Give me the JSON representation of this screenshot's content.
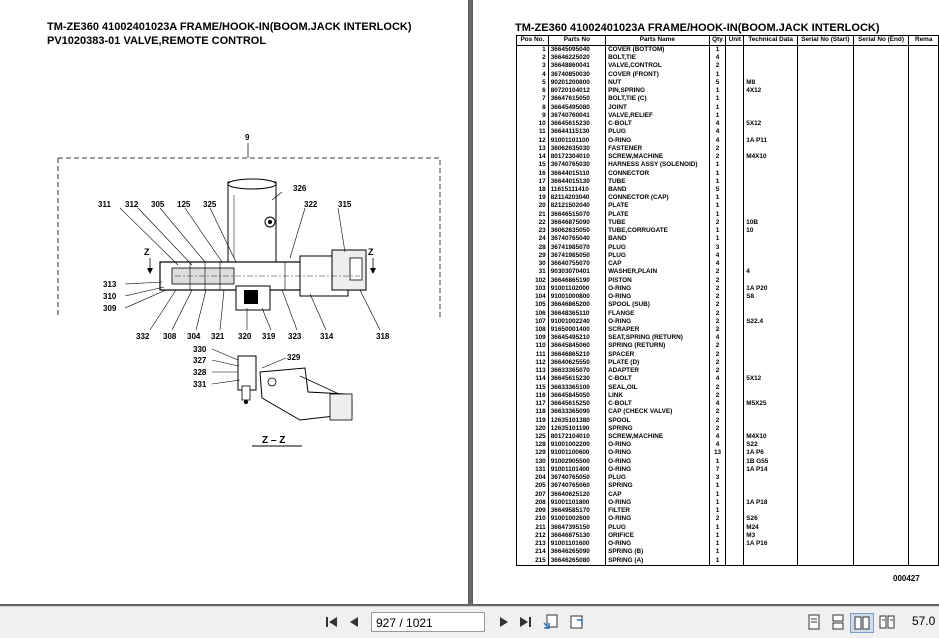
{
  "left_page": {
    "title_line1": "TM-ZE360 41002401023A FRAME/HOOK-IN(BOOM.JACK INTERLOCK)",
    "title_line2": "PV1020383-01 VALVE,REMOTE CONTROL",
    "callouts": [
      "9",
      "326",
      "311",
      "312",
      "305",
      "125",
      "325",
      "322",
      "315",
      "Z",
      "Z",
      "313",
      "310",
      "309",
      "332",
      "308",
      "304",
      "321",
      "320",
      "319",
      "323",
      "314",
      "318",
      "330",
      "327",
      "328",
      "331",
      "329"
    ],
    "section_label": "Z – Z"
  },
  "right_page": {
    "title": "TM-ZE360 41002401023A FRAME/HOOK-IN(BOOM.JACK INTERLOCK)",
    "columns": [
      "Pos No.",
      "Parts No",
      "Parts Name",
      "Qty",
      "Unit",
      "Technical Data",
      "Serial No (Start)",
      "Serial No (End)",
      "Rema"
    ],
    "rows": [
      [
        "1",
        "36645095040",
        "COVER (BOTTOM)",
        "1",
        ""
      ],
      [
        "2",
        "36646225020",
        "BOLT,TIE",
        "4",
        ""
      ],
      [
        "3",
        "36648860041",
        "VALVE,CONTROL",
        "2",
        ""
      ],
      [
        "4",
        "36740850030",
        "COVER (FRONT)",
        "1",
        ""
      ],
      [
        "5",
        "90201200800",
        "NUT",
        "5",
        "M8"
      ],
      [
        "6",
        "80720104012",
        "PIN,SPRING",
        "1",
        "4X12"
      ],
      [
        "7",
        "36647615050",
        "BOLT,TIE (C)",
        "1",
        ""
      ],
      [
        "8",
        "36645495080",
        "JOINT",
        "1",
        ""
      ],
      [
        "9",
        "36740760041",
        "VALVE,RELIEF",
        "1",
        ""
      ],
      [
        "10",
        "36645615230",
        "C-BOLT",
        "4",
        "5X12"
      ],
      [
        "11",
        "36644115130",
        "PLUG",
        "4",
        ""
      ],
      [
        "12",
        "91001101100",
        "O-RING",
        "4",
        "1A P11"
      ],
      [
        "13",
        "36062635030",
        "FASTENER",
        "2",
        ""
      ],
      [
        "14",
        "80172304010",
        "SCREW,MACHINE",
        "2",
        "M4X10"
      ],
      [
        "15",
        "36740765030",
        "HARNESS ASSY (SOLENOID)",
        "1",
        ""
      ],
      [
        "16",
        "36644015110",
        "CONNECTOR",
        "1",
        ""
      ],
      [
        "17",
        "36644015130",
        "TUBE",
        "1",
        ""
      ],
      [
        "18",
        "11615111410",
        "BAND",
        "5",
        ""
      ],
      [
        "19",
        "82114203040",
        "CONNECTOR (CAP)",
        "1",
        ""
      ],
      [
        "20",
        "82121502040",
        "PLATE",
        "1",
        ""
      ],
      [
        "21",
        "36646515070",
        "PLATE",
        "1",
        ""
      ],
      [
        "22",
        "36646875090",
        "TUBE",
        "2",
        "10B"
      ],
      [
        "23",
        "36062635050",
        "TUBE,CORRUGATE",
        "1",
        "10"
      ],
      [
        "24",
        "36740765040",
        "BAND",
        "1",
        ""
      ],
      [
        "28",
        "36741985070",
        "PLUG",
        "3",
        ""
      ],
      [
        "29",
        "36741985050",
        "PLUG",
        "4",
        ""
      ],
      [
        "30",
        "36640755070",
        "CAP",
        "4",
        ""
      ],
      [
        "31",
        "90303070401",
        "WASHER,PLAIN",
        "2",
        "4"
      ],
      [
        "102",
        "36646865190",
        "PISTON",
        "2",
        ""
      ],
      [
        "103",
        "91001102000",
        "O-RING",
        "2",
        "1A P20"
      ],
      [
        "104",
        "91001000800",
        "O-RING",
        "2",
        "S8"
      ],
      [
        "105",
        "36646865200",
        "SPOOL (SUB)",
        "2",
        ""
      ],
      [
        "106",
        "36648365110",
        "FLANGE",
        "2",
        ""
      ],
      [
        "107",
        "91001002240",
        "O-RING",
        "2",
        "S22.4"
      ],
      [
        "108",
        "91650001400",
        "SCRAPER",
        "2",
        ""
      ],
      [
        "109",
        "36645495210",
        "SEAT,SPRING (RETURN)",
        "4",
        ""
      ],
      [
        "110",
        "36645845060",
        "SPRING (RETURN)",
        "2",
        ""
      ],
      [
        "111",
        "36646865210",
        "SPACER",
        "2",
        ""
      ],
      [
        "112",
        "36640625550",
        "PLATE (D)",
        "2",
        ""
      ],
      [
        "113",
        "36633365070",
        "ADAPTER",
        "2",
        ""
      ],
      [
        "114",
        "36645615230",
        "C-BOLT",
        "4",
        "5X12"
      ],
      [
        "115",
        "36633365100",
        "SEAL,OIL",
        "2",
        ""
      ],
      [
        "116",
        "36645845050",
        "LINK",
        "2",
        ""
      ],
      [
        "117",
        "36645615250",
        "C-BOLT",
        "4",
        "M5X25"
      ],
      [
        "118",
        "36633365090",
        "CAP (CHECK VALVE)",
        "2",
        ""
      ],
      [
        "119",
        "12635101380",
        "SPOOL",
        "2",
        ""
      ],
      [
        "120",
        "12635101190",
        "SPRING",
        "2",
        ""
      ],
      [
        "125",
        "80172104010",
        "SCREW,MACHINE",
        "4",
        "M4X10"
      ],
      [
        "128",
        "91001002200",
        "O-RING",
        "4",
        "S22"
      ],
      [
        "129",
        "91001100600",
        "O-RING",
        "13",
        "1A P6"
      ],
      [
        "130",
        "91002905500",
        "O-RING",
        "1",
        "1B G55"
      ],
      [
        "131",
        "91001101400",
        "O-RING",
        "7",
        "1A P14"
      ],
      [
        "204",
        "36740765050",
        "PLUG",
        "3",
        ""
      ],
      [
        "205",
        "36740765060",
        "SPRING",
        "1",
        ""
      ],
      [
        "207",
        "36640625120",
        "CAP",
        "1",
        ""
      ],
      [
        "208",
        "91001101800",
        "O-RING",
        "1",
        "1A P18"
      ],
      [
        "209",
        "36649585170",
        "FILTER",
        "1",
        ""
      ],
      [
        "210",
        "91001002600",
        "O-RING",
        "2",
        "S26"
      ],
      [
        "211",
        "36647395150",
        "PLUG",
        "1",
        "M24"
      ],
      [
        "212",
        "36646875130",
        "ORIFICE",
        "1",
        "M3"
      ],
      [
        "213",
        "91001101600",
        "O-RING",
        "1",
        "1A P16"
      ],
      [
        "214",
        "36646265090",
        "SPRING (B)",
        "1",
        ""
      ],
      [
        "215",
        "36646265080",
        "SPRING (A)",
        "1",
        ""
      ]
    ],
    "page_code": "000427"
  },
  "toolbar": {
    "page_indicator": "927 / 1021",
    "zoom": "57.0",
    "icons": [
      "first-page-icon",
      "prev-page-icon",
      "next-page-icon",
      "last-page-icon",
      "fit-page-icon",
      "rotate-icon",
      "single-page-icon",
      "two-page-icon",
      "continuous-icon",
      "fit-width-icon"
    ]
  }
}
